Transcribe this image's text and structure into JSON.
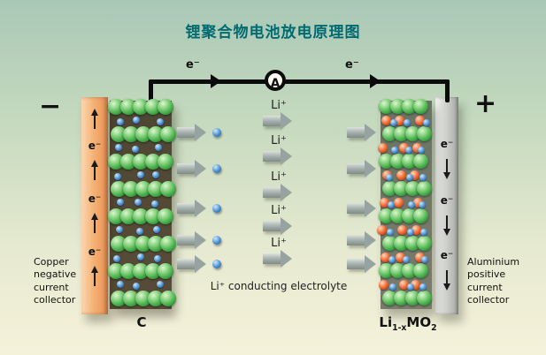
{
  "title": "锂聚合物电池放电原理图",
  "circuit": {
    "ammeter_label": "A",
    "electron_left": "e⁻",
    "electron_right": "e⁻"
  },
  "terminals": {
    "negative": "−",
    "positive": "+"
  },
  "left_collector": {
    "electron_labels": [
      "e⁻",
      "e⁻",
      "e⁻"
    ],
    "caption": "Copper negative current collector"
  },
  "right_collector": {
    "electron_labels": [
      "e⁻",
      "e⁻",
      "e⁻"
    ],
    "caption": "Aluminium positive current collector"
  },
  "electrolyte": {
    "ion_labels": [
      "Li⁺",
      "Li⁺",
      "Li⁺",
      "Li⁺",
      "Li⁺"
    ],
    "caption": "Li⁺ conducting electrolyte"
  },
  "electrodes": {
    "anode_label": "C",
    "cathode_formula": {
      "base1": "Li",
      "sub1": "1-x",
      "base2": "MO",
      "sub2": "2"
    }
  },
  "colors": {
    "title": "#006a70",
    "copper": "#f5b277",
    "aluminium": "#c9cbc7",
    "ion_blue": "#4a8fd0",
    "sphere_green": "#53b953",
    "sphere_red": "#f0622a"
  }
}
